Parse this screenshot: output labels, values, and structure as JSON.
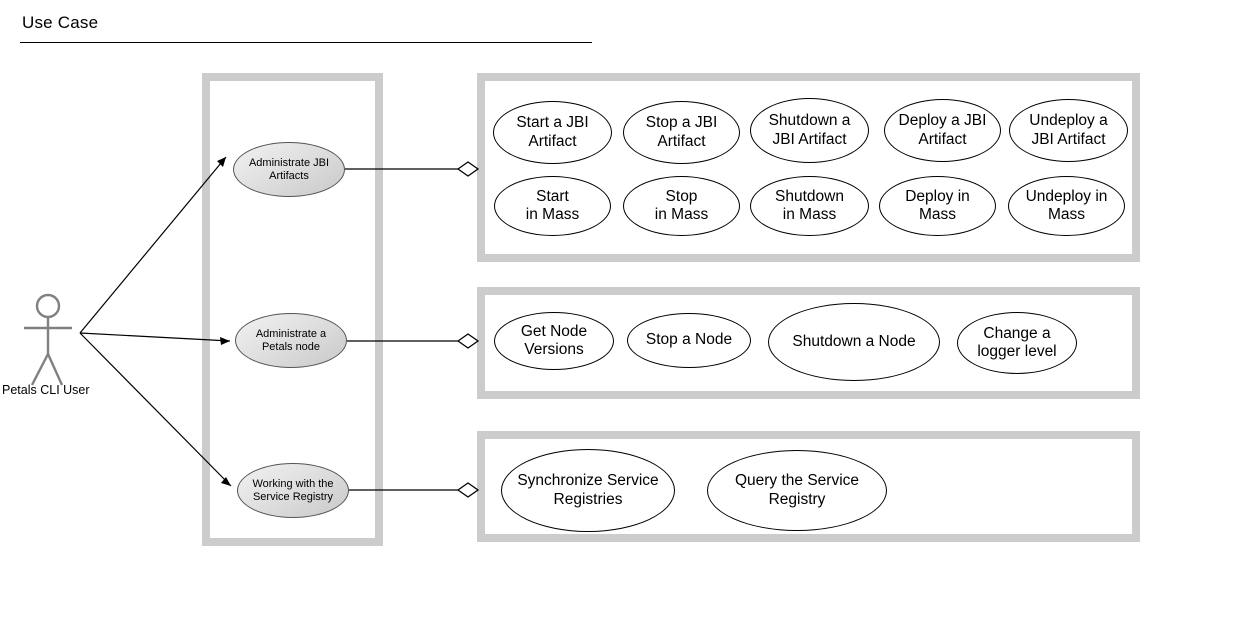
{
  "diagram": {
    "title": "Use Case",
    "type": "uml-use-case"
  },
  "actor": {
    "label": "Petals CLI User",
    "icon": "stick-figure-actor-icon"
  },
  "primary_use_cases": [
    {
      "id": "administrate-jbi-artifacts",
      "label": "Administrate JBI\nArtifacts",
      "line1": "Administrate JBI",
      "line2": "Artifacts"
    },
    {
      "id": "administrate-petals-node",
      "label": "Administrate a\nPetals node",
      "line1": "Administrate a",
      "line2": "Petals node"
    },
    {
      "id": "working-with-service-registry",
      "label": "Working with the\nService Registry",
      "line1": "Working with the",
      "line2": "Service Registry"
    }
  ],
  "groups": [
    {
      "id": "jbi-artifacts-group",
      "use_cases": [
        {
          "id": "start-a-jbi-artifact",
          "line1": "Start a JBI",
          "line2": "Artifact"
        },
        {
          "id": "stop-a-jbi-artifact",
          "line1": "Stop a JBI",
          "line2": "Artifact"
        },
        {
          "id": "shutdown-a-jbi-artifact",
          "line1": "Shutdown a",
          "line2": "JBI Artifact"
        },
        {
          "id": "deploy-a-jbi-artifact",
          "line1": "Deploy a JBI",
          "line2": "Artifact"
        },
        {
          "id": "undeploy-a-jbi-artifact",
          "line1": "Undeploy a",
          "line2": "JBI Artifact"
        },
        {
          "id": "start-in-mass",
          "line1": "Start",
          "line2": "in Mass"
        },
        {
          "id": "stop-in-mass",
          "line1": "Stop",
          "line2": "in Mass"
        },
        {
          "id": "shutdown-in-mass",
          "line1": "Shutdown",
          "line2": "in Mass"
        },
        {
          "id": "deploy-in-mass",
          "line1": "Deploy in",
          "line2": "Mass"
        },
        {
          "id": "undeploy-in-mass",
          "line1": "Undeploy in",
          "line2": "Mass"
        }
      ]
    },
    {
      "id": "petals-node-group",
      "use_cases": [
        {
          "id": "get-node-versions",
          "line1": "Get Node",
          "line2": "Versions"
        },
        {
          "id": "stop-a-node",
          "line1": "Stop a Node",
          "line2": ""
        },
        {
          "id": "shutdown-a-node",
          "line1": "Shutdown a Node",
          "line2": ""
        },
        {
          "id": "change-a-logger-level",
          "line1": "Change a",
          "line2": "logger level"
        }
      ]
    },
    {
      "id": "service-registry-group",
      "use_cases": [
        {
          "id": "synchronize-service-registries",
          "line1": "Synchronize Service",
          "line2": "Registries"
        },
        {
          "id": "query-the-service-registry",
          "line1": "Query the Service",
          "line2": "Registry"
        }
      ]
    }
  ],
  "colors": {
    "package_border": "#cccccc",
    "actor_stroke": "#808080",
    "line": "#000000",
    "primary_fill": "#dddddd",
    "canvas": "#ffffff"
  }
}
